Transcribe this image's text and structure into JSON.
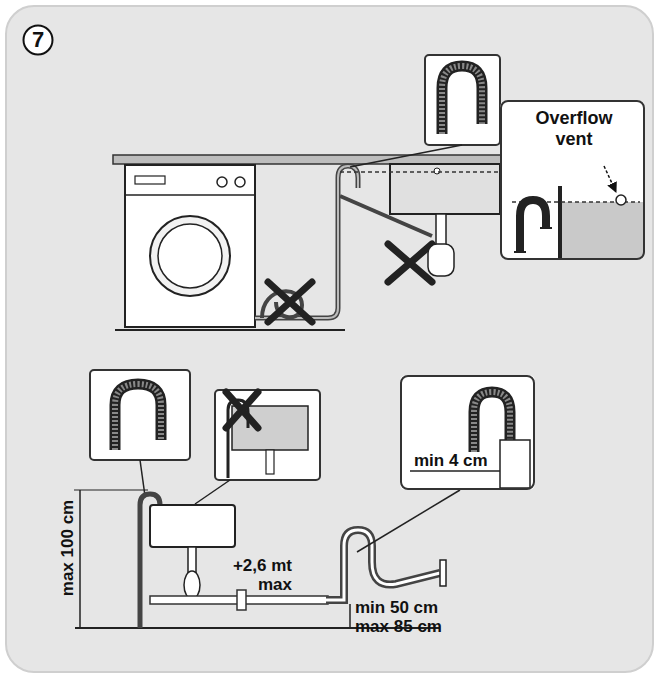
{
  "diagram": {
    "nodes": [
      {
        "text": [
          "7"
        ]
      },
      {
        "text": [
          "Overflow vent"
        ]
      },
      {
        "text": [
          "min 4 cm"
        ]
      }
    ],
    "labels": [
      "max 100 cm",
      "+2,6 mt max",
      "min 50 cm max 85 cm"
    ]
  }
}
